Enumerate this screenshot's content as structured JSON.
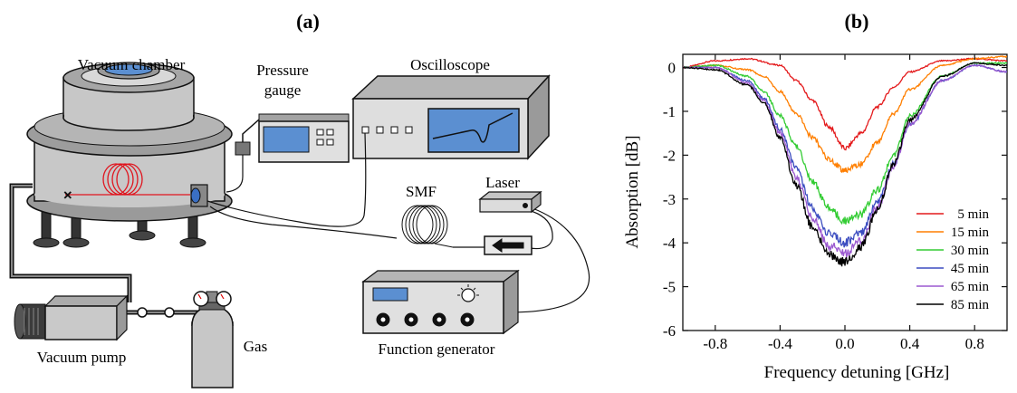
{
  "panel_a": {
    "label": "(a)",
    "components": {
      "vacuum_chamber": "Vacuum chamber",
      "pressure_gauge_line1": "Pressure",
      "pressure_gauge_line2": "gauge",
      "oscilloscope": "Oscilloscope",
      "smf": "SMF",
      "laser": "Laser",
      "vacuum_pump": "Vacuum pump",
      "gas": "Gas",
      "function_generator": "Function generator"
    }
  },
  "panel_b": {
    "label": "(b)",
    "chart_data": {
      "type": "line",
      "xlabel": "Frequency detuning [GHz]",
      "ylabel": "Absorption [dB]",
      "xlim": [
        -1.0,
        1.0
      ],
      "ylim": [
        -6,
        0.3
      ],
      "xticks": [
        -0.8,
        -0.4,
        0.0,
        0.4,
        0.8
      ],
      "xtick_labels": [
        "-0.8",
        "-0.4",
        "0.0",
        "0.4",
        "0.8"
      ],
      "yticks": [
        0,
        -1,
        -2,
        -3,
        -4,
        -5,
        -6
      ],
      "ytick_labels": [
        "0",
        "-1",
        "-2",
        "-3",
        "-4",
        "-5",
        "-6"
      ],
      "grid": false,
      "legend_position": "bottom-right",
      "series": [
        {
          "name": "5 min",
          "color": "#e41a1c",
          "x": [
            -1.0,
            -0.8,
            -0.6,
            -0.4,
            -0.3,
            -0.2,
            -0.1,
            0.0,
            0.1,
            0.2,
            0.3,
            0.4,
            0.6,
            0.8,
            1.0
          ],
          "y": [
            0.0,
            0.15,
            0.2,
            0.05,
            -0.3,
            -0.75,
            -1.35,
            -1.85,
            -1.5,
            -0.9,
            -0.45,
            -0.1,
            0.15,
            0.2,
            0.15
          ]
        },
        {
          "name": "15 min",
          "color": "#ff7f00",
          "x": [
            -1.0,
            -0.8,
            -0.6,
            -0.5,
            -0.4,
            -0.3,
            -0.2,
            -0.1,
            0.0,
            0.1,
            0.2,
            0.3,
            0.4,
            0.6,
            0.8,
            1.0
          ],
          "y": [
            0.0,
            0.05,
            -0.05,
            -0.2,
            -0.55,
            -1.05,
            -1.6,
            -2.1,
            -2.35,
            -2.2,
            -1.7,
            -1.05,
            -0.5,
            0.05,
            0.2,
            0.25
          ]
        },
        {
          "name": "30 min",
          "color": "#33cc33",
          "x": [
            -1.0,
            -0.8,
            -0.6,
            -0.5,
            -0.4,
            -0.3,
            -0.2,
            -0.1,
            0.0,
            0.1,
            0.2,
            0.3,
            0.4,
            0.6,
            0.8,
            1.0
          ],
          "y": [
            0.0,
            0.05,
            -0.2,
            -0.55,
            -1.1,
            -1.8,
            -2.6,
            -3.2,
            -3.5,
            -3.35,
            -2.8,
            -2.0,
            -1.1,
            -0.2,
            0.1,
            0.1
          ]
        },
        {
          "name": "45 min",
          "color": "#3b4cc0",
          "x": [
            -1.0,
            -0.8,
            -0.6,
            -0.5,
            -0.4,
            -0.3,
            -0.2,
            -0.1,
            0.0,
            0.1,
            0.2,
            0.3,
            0.4,
            0.6,
            0.8,
            1.0
          ],
          "y": [
            0.0,
            0.0,
            -0.3,
            -0.7,
            -1.4,
            -2.3,
            -3.2,
            -3.8,
            -4.0,
            -3.75,
            -3.1,
            -2.2,
            -1.3,
            -0.3,
            0.05,
            -0.1
          ]
        },
        {
          "name": "65 min",
          "color": "#9b59d0",
          "x": [
            -1.0,
            -0.8,
            -0.6,
            -0.5,
            -0.4,
            -0.3,
            -0.2,
            -0.1,
            0.0,
            0.1,
            0.2,
            0.3,
            0.4,
            0.6,
            0.8,
            1.0
          ],
          "y": [
            0.0,
            0.0,
            -0.35,
            -0.75,
            -1.5,
            -2.5,
            -3.45,
            -4.05,
            -4.25,
            -3.95,
            -3.2,
            -2.25,
            -1.3,
            -0.3,
            0.05,
            -0.1
          ]
        },
        {
          "name": "85 min",
          "color": "#000000",
          "x": [
            -1.0,
            -0.8,
            -0.6,
            -0.5,
            -0.4,
            -0.3,
            -0.2,
            -0.1,
            0.0,
            0.1,
            0.2,
            0.3,
            0.4,
            0.6,
            0.8,
            1.0
          ],
          "y": [
            0.0,
            -0.05,
            -0.4,
            -0.8,
            -1.6,
            -2.7,
            -3.65,
            -4.25,
            -4.45,
            -4.1,
            -3.25,
            -2.2,
            -1.2,
            -0.2,
            0.1,
            0.05
          ]
        }
      ]
    }
  }
}
